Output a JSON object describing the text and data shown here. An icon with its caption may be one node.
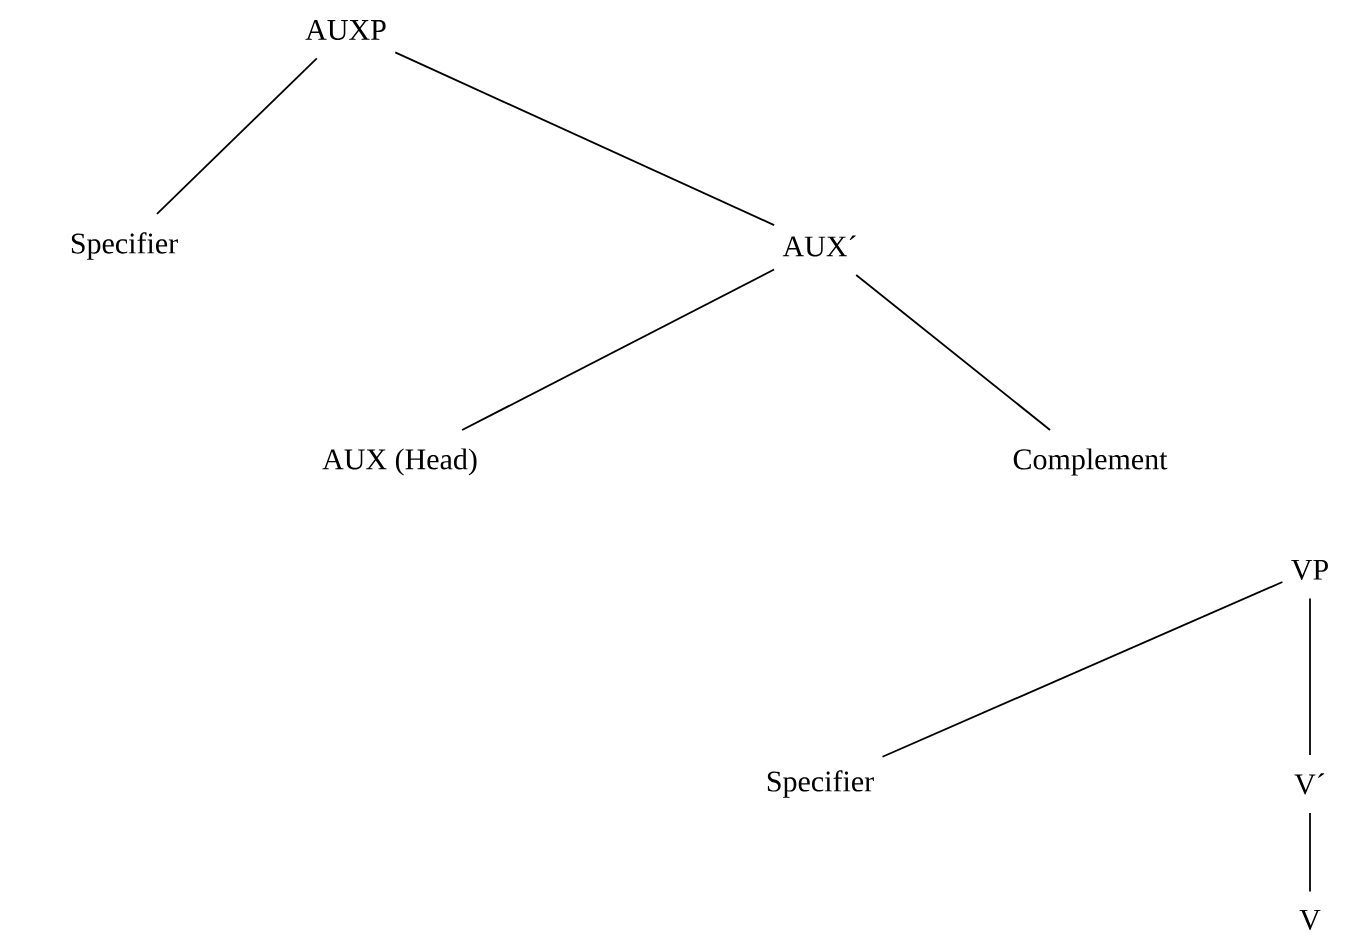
{
  "diagram": {
    "nodes": [
      {
        "text": [
          "AUXP"
        ]
      },
      {
        "text": [
          "Specifier"
        ]
      },
      {
        "text": [
          "AUX´"
        ]
      },
      {
        "text": [
          "AUX (Head)"
        ]
      },
      {
        "text": [
          "Complement"
        ]
      },
      {
        "text": [
          "VP"
        ]
      },
      {
        "text": [
          "Specifier"
        ]
      },
      {
        "text": [
          "V´"
        ]
      },
      {
        "text": [
          "V"
        ]
      }
    ],
    "edges": [
      {
        "from": 0,
        "to": 1,
        "arrow": "none"
      },
      {
        "from": 0,
        "to": 2,
        "arrow": "none"
      },
      {
        "from": 2,
        "to": 3,
        "arrow": "none"
      },
      {
        "from": 2,
        "to": 4,
        "arrow": "none"
      },
      {
        "from": 5,
        "to": 6,
        "arrow": "none"
      },
      {
        "from": 5,
        "to": 7,
        "arrow": "none"
      },
      {
        "from": 7,
        "to": 8,
        "arrow": "none"
      }
    ]
  }
}
